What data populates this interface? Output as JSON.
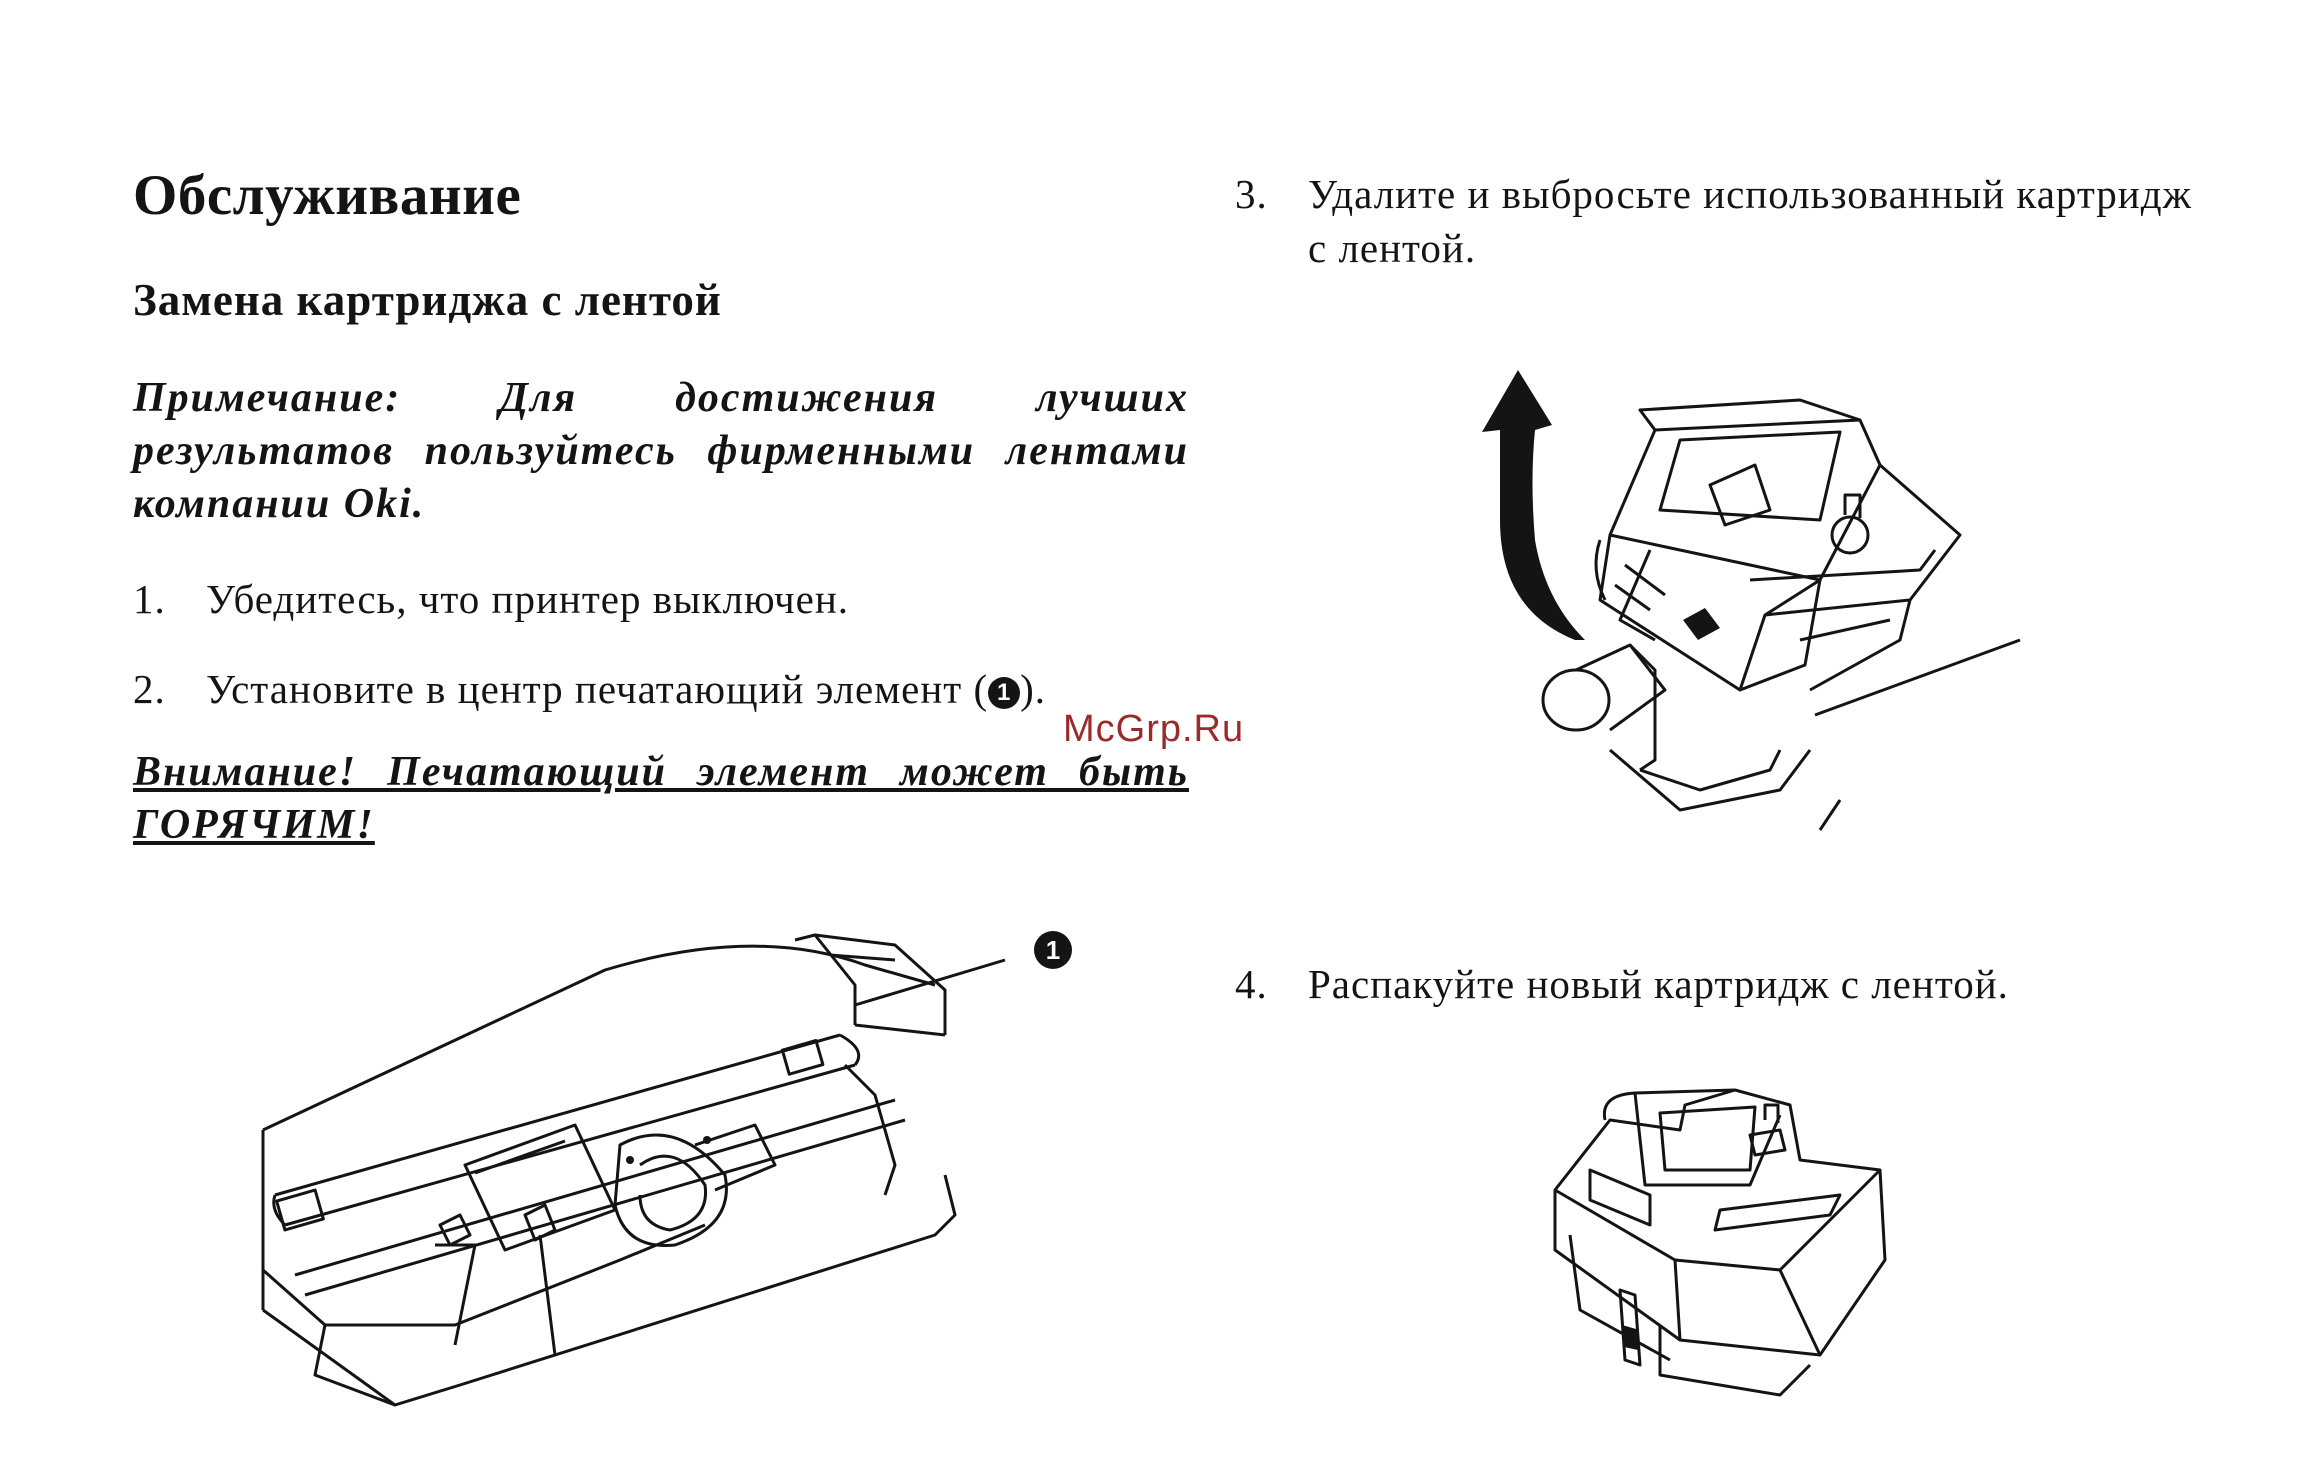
{
  "heading": "Обслуживание",
  "subheading": "Замена картриджа с лентой",
  "note": "Примечание: Для достижения лучших результатов пользуйтесь фирменными лентами компании Oki.",
  "steps": [
    {
      "num": "1.",
      "text": "Убедитесь, что принтер выключен."
    },
    {
      "num": "2.",
      "text_before": "Установите в центр печатающий элемент (",
      "marker": "1",
      "text_after": ")."
    },
    {
      "num": "3.",
      "text_line1": "Удалите и выбросьте использованный картридж",
      "text_line2": "с лентой."
    },
    {
      "num": "4.",
      "text": "Распакуйте новый картридж с лентой."
    }
  ],
  "warning": "Внимание! Печатающий элемент может быть ГОРЯЧИМ!",
  "figure1": {
    "callout": "1"
  },
  "watermark": "McGrp.Ru",
  "icons": [
    "arrow-up-curve-icon",
    "callout-1-icon"
  ]
}
